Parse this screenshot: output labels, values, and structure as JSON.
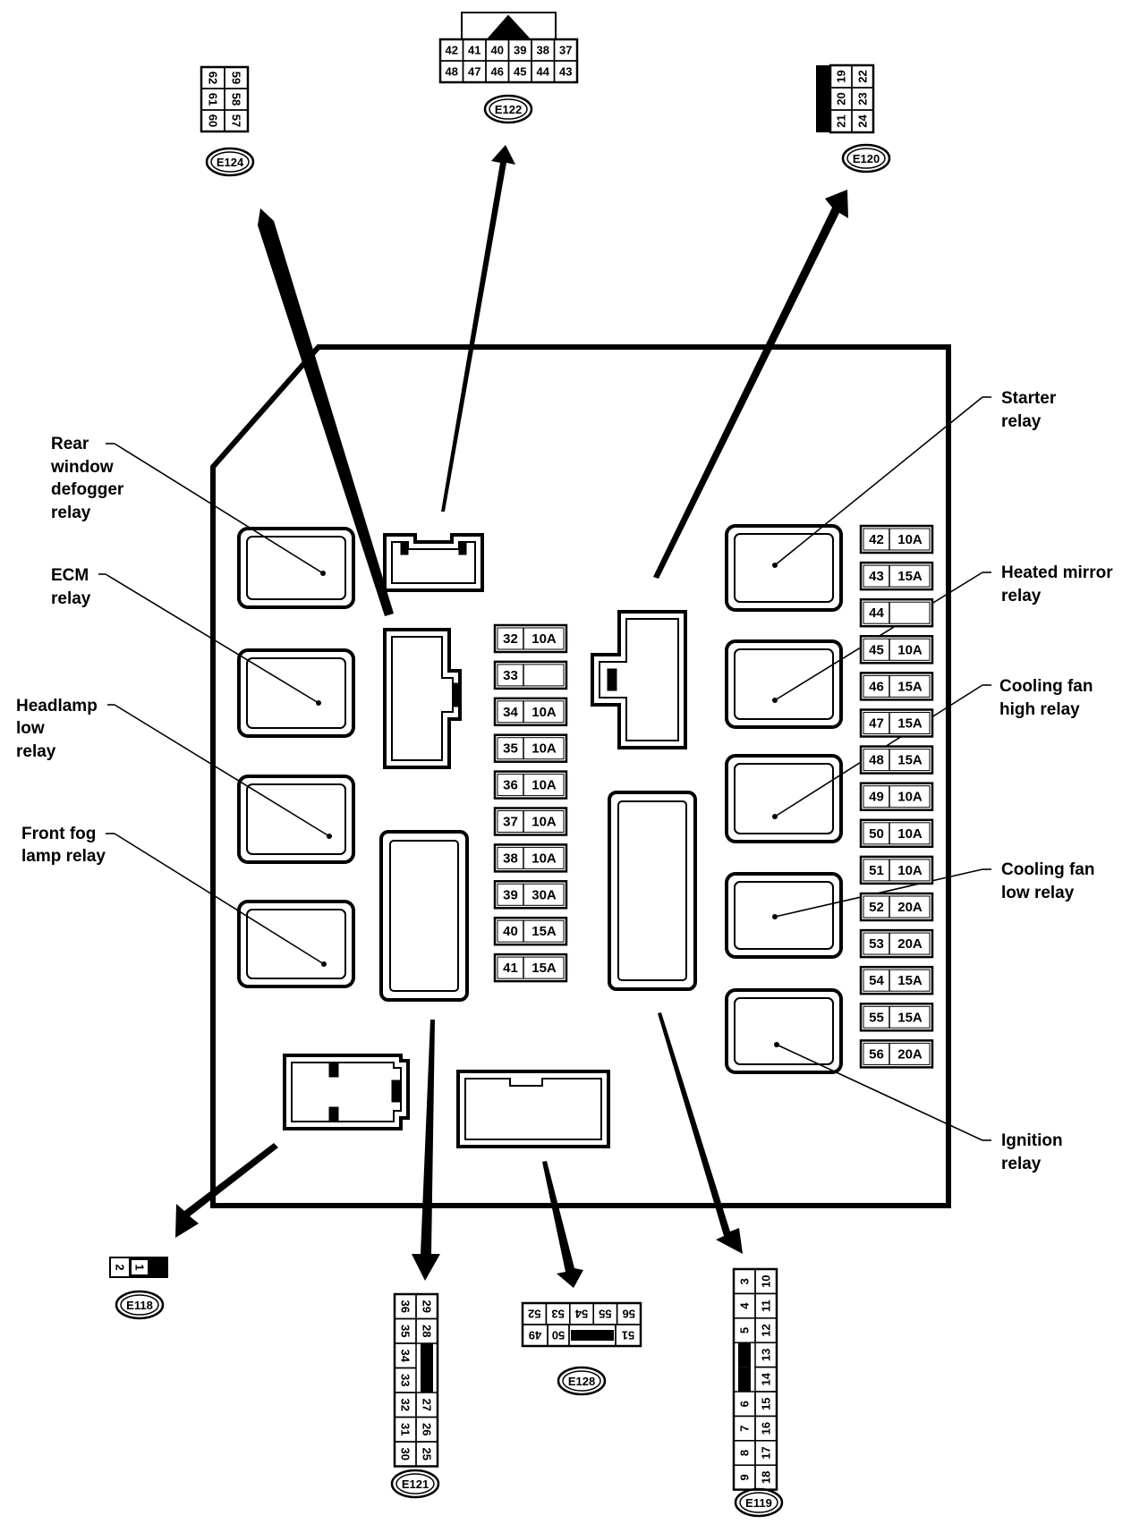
{
  "relay_labels": {
    "rear_window_defogger": [
      "Rear",
      "window",
      "defogger",
      "relay"
    ],
    "ecm": [
      "ECM",
      "relay"
    ],
    "headlamp_low": [
      "Headlamp",
      "low",
      "relay"
    ],
    "front_fog_lamp": [
      "Front fog",
      "lamp relay"
    ],
    "starter": [
      "Starter",
      "relay"
    ],
    "heated_mirror": [
      "Heated mirror",
      "relay"
    ],
    "cooling_fan_high": [
      "Cooling fan",
      "high relay"
    ],
    "cooling_fan_low": [
      "Cooling fan",
      "low relay"
    ],
    "ignition": [
      "Ignition",
      "relay"
    ]
  },
  "center_fuses": [
    {
      "num": "32",
      "amp": "10A"
    },
    {
      "num": "33",
      "amp": ""
    },
    {
      "num": "34",
      "amp": "10A"
    },
    {
      "num": "35",
      "amp": "10A"
    },
    {
      "num": "36",
      "amp": "10A"
    },
    {
      "num": "37",
      "amp": "10A"
    },
    {
      "num": "38",
      "amp": "10A"
    },
    {
      "num": "39",
      "amp": "30A"
    },
    {
      "num": "40",
      "amp": "15A"
    },
    {
      "num": "41",
      "amp": "15A"
    }
  ],
  "right_fuses": [
    {
      "num": "42",
      "amp": "10A"
    },
    {
      "num": "43",
      "amp": "15A"
    },
    {
      "num": "44",
      "amp": ""
    },
    {
      "num": "45",
      "amp": "10A"
    },
    {
      "num": "46",
      "amp": "15A"
    },
    {
      "num": "47",
      "amp": "15A"
    },
    {
      "num": "48",
      "amp": "15A"
    },
    {
      "num": "49",
      "amp": "10A"
    },
    {
      "num": "50",
      "amp": "10A"
    },
    {
      "num": "51",
      "amp": "10A"
    },
    {
      "num": "52",
      "amp": "20A"
    },
    {
      "num": "53",
      "amp": "20A"
    },
    {
      "num": "54",
      "amp": "15A"
    },
    {
      "num": "55",
      "amp": "15A"
    },
    {
      "num": "56",
      "amp": "20A"
    }
  ],
  "connectors": {
    "e124": {
      "id": "E124",
      "cols": [
        [
          "62",
          "61",
          "60"
        ],
        [
          "59",
          "58",
          "57"
        ]
      ]
    },
    "e122": {
      "id": "E122",
      "rows": [
        [
          "42",
          "41",
          "40",
          "39",
          "38",
          "37"
        ],
        [
          "48",
          "47",
          "46",
          "45",
          "44",
          "43"
        ]
      ]
    },
    "e120": {
      "id": "E120",
      "cols": [
        [
          "19",
          "20",
          "21"
        ],
        [
          "22",
          "23",
          "24"
        ]
      ]
    },
    "e118": {
      "id": "E118",
      "pins": [
        "2",
        "1"
      ]
    },
    "e121": {
      "id": "E121",
      "cols": [
        [
          "36",
          "35",
          "34",
          "33",
          "32",
          "31",
          "30"
        ],
        [
          "29",
          "28",
          "",
          "",
          "27",
          "26",
          "25"
        ]
      ]
    },
    "e128": {
      "id": "E128",
      "rows": [
        [
          "56",
          "55",
          "54",
          "53",
          "52"
        ],
        [
          "51",
          "",
          "50",
          "49"
        ]
      ]
    },
    "e119": {
      "id": "E119",
      "cols": [
        [
          "9",
          "8",
          "7",
          "6",
          "",
          "",
          "5",
          "4",
          "3"
        ],
        [
          "18",
          "17",
          "16",
          "15",
          "14",
          "13",
          "12",
          "11",
          "10"
        ]
      ]
    }
  }
}
